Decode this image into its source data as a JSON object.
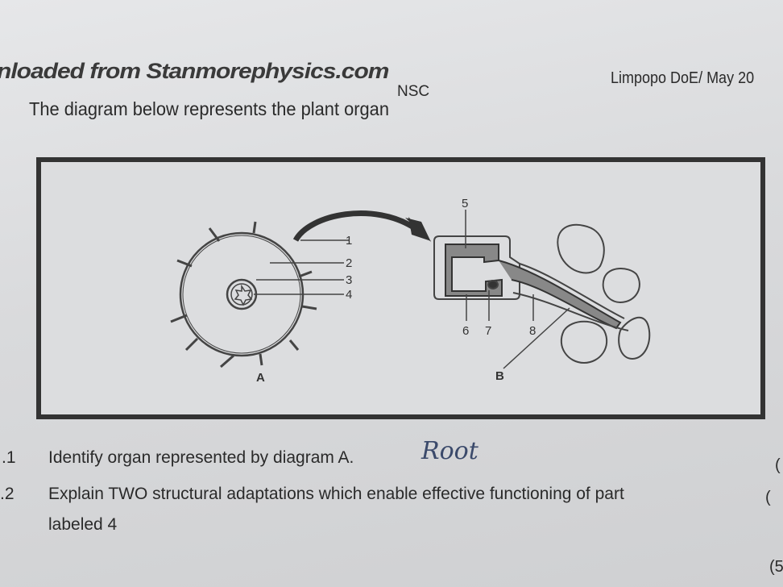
{
  "header": {
    "watermark": "nloaded from Stanmorephysics.com",
    "right": "Limpopo DoE/ May 20",
    "center": "NSC"
  },
  "intro": "The diagram below represents the plant organ",
  "diagram": {
    "labels_a": [
      "1",
      "2",
      "3",
      "4"
    ],
    "caption_a": "A",
    "labels_b": [
      "5",
      "6",
      "7",
      "8"
    ],
    "caption_b": "B"
  },
  "questions": [
    {
      "number": ".1",
      "text": "Identify organ represented by diagram A.",
      "answer": "Root",
      "mark": "("
    },
    {
      "number": ".2",
      "text": "Explain TWO structural adaptations which enable effective functioning of part",
      "text2": "labeled 4",
      "mark": "("
    }
  ],
  "footer_mark": "(5"
}
